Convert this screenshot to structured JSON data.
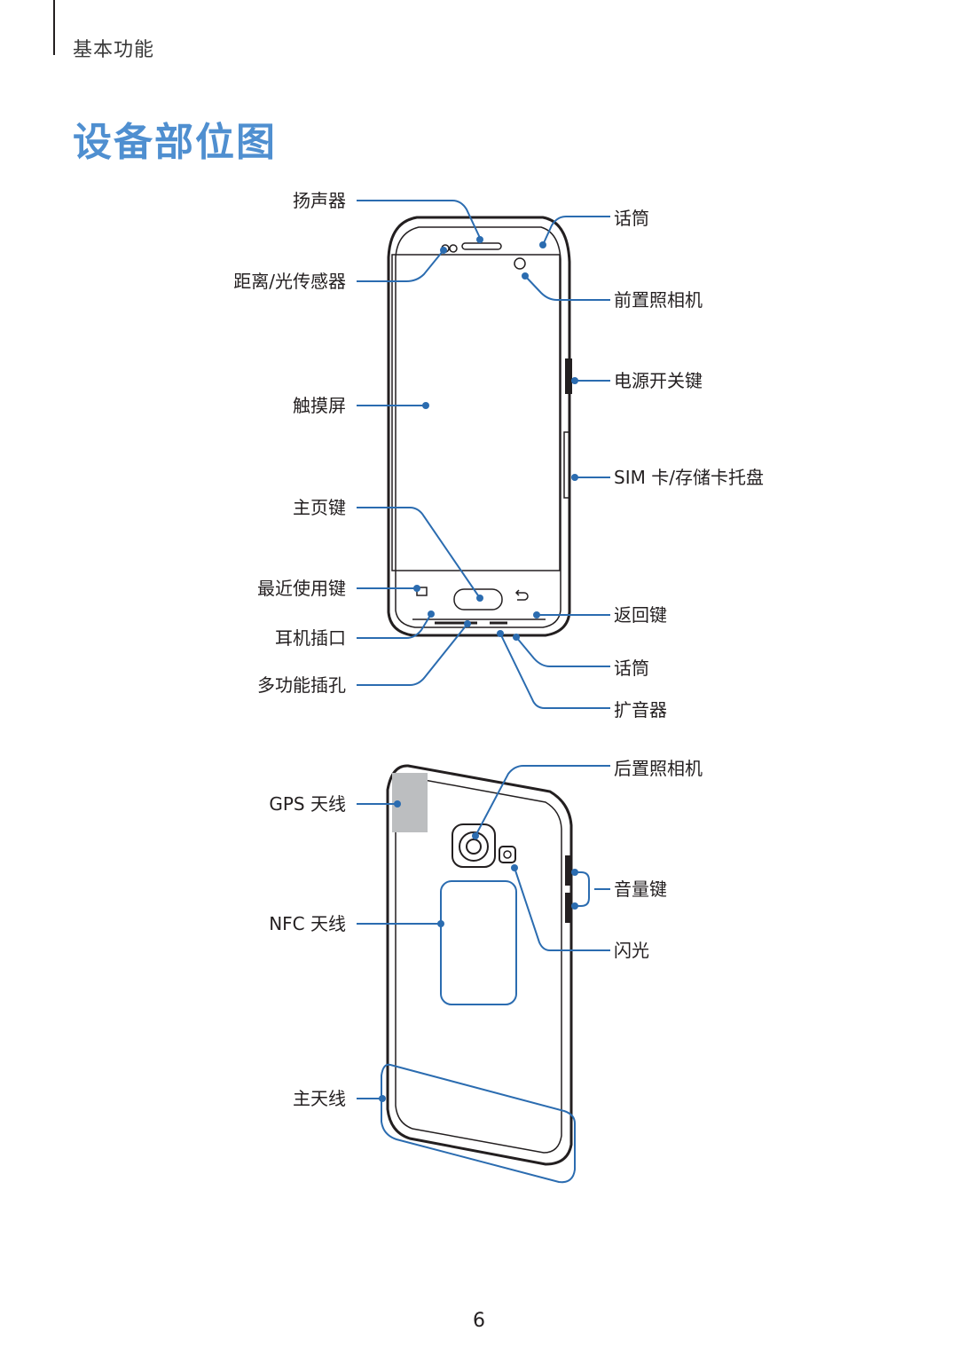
{
  "header": {
    "section": "基本功能"
  },
  "page": {
    "title": "设备部位图",
    "number": "6"
  },
  "front_labels": {
    "speaker": "扬声器",
    "proximity_light_sensor": "距离/光传感器",
    "touchscreen": "触摸屏",
    "home_key": "主页键",
    "recent_apps_key": "最近使用键",
    "earphone_jack": "耳机插口",
    "multipurpose_jack": "多功能插孔",
    "microphone_top": "话筒",
    "front_camera": "前置照相机",
    "power_key": "电源开关键",
    "sim_card_tray": "SIM 卡/存储卡托盘",
    "back_key": "返回键",
    "microphone_bottom": "话筒",
    "loudspeaker": "扩音器"
  },
  "back_labels": {
    "gps_antenna": "GPS 天线",
    "nfc_antenna": "NFC 天线",
    "main_antenna": "主天线",
    "rear_camera": "后置照相机",
    "volume_key": "音量键",
    "flash": "闪光"
  },
  "colors": {
    "title": "#4f8fd0",
    "leader": "#2b6cb0",
    "line": "#231f20"
  }
}
